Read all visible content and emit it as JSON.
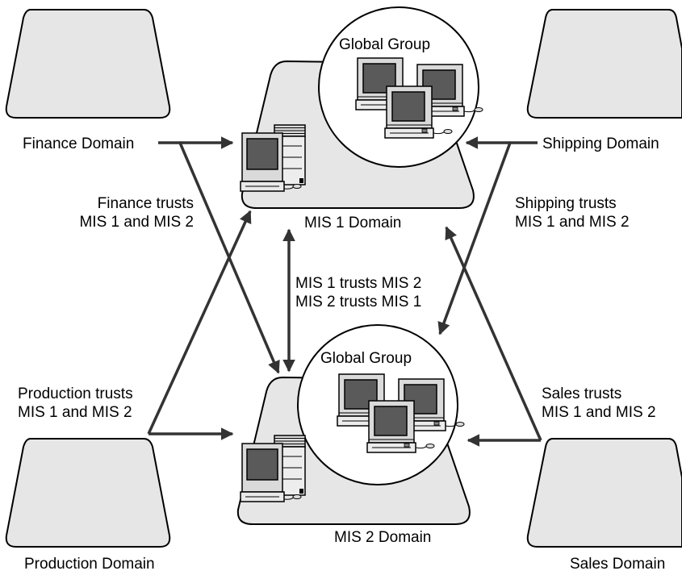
{
  "domains": {
    "finance": "Finance Domain",
    "shipping": "Shipping Domain",
    "production": "Production Domain",
    "sales": "Sales Domain",
    "mis1": "MIS 1 Domain",
    "mis2": "MIS 2 Domain"
  },
  "groups": {
    "mis1_group": "Global Group",
    "mis2_group": "Global Group"
  },
  "trusts": {
    "finance": [
      "Finance trusts",
      "MIS 1 and MIS 2"
    ],
    "shipping": [
      "Shipping trusts",
      "MIS 1 and MIS 2"
    ],
    "production": [
      "Production trusts",
      "MIS 1 and MIS 2"
    ],
    "sales": [
      "Sales trusts",
      "MIS 1 and MIS 2"
    ],
    "mis": [
      "MIS 1 trusts MIS 2",
      "MIS 2 trusts MIS 1"
    ]
  },
  "colors": {
    "domain_fill": "#e6e6e6",
    "line": "#333333",
    "monitor_screen": "#5a5a5a"
  }
}
